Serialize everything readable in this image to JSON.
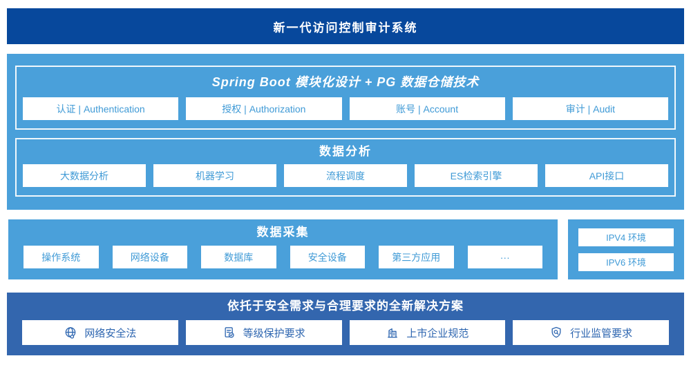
{
  "colors": {
    "banner_dark": "#07489c",
    "light_blue": "#4aa0da",
    "bottom_blue": "#3366ae",
    "box_text_light": "#3f9ad6",
    "box_text_dark": "#2e66b0"
  },
  "banner": {
    "title": "新一代访问控制审计系统"
  },
  "platform": {
    "spring": {
      "title": "Spring Boot 模块化设计 + PG 数据仓储技术",
      "items": [
        {
          "label": "认证 | Authentication"
        },
        {
          "label": "授权 | Authorization"
        },
        {
          "label": "账号 | Account"
        },
        {
          "label": "审计 | Audit"
        }
      ]
    },
    "analysis": {
      "title": "数据分析",
      "items": [
        {
          "label": "大数据分析"
        },
        {
          "label": "机器学习"
        },
        {
          "label": "流程调度"
        },
        {
          "label": "ES检索引擎"
        },
        {
          "label": "API接口"
        }
      ]
    }
  },
  "collection": {
    "title": "数据采集",
    "items": [
      {
        "label": "操作系统"
      },
      {
        "label": "网络设备"
      },
      {
        "label": "数据库"
      },
      {
        "label": "安全设备"
      },
      {
        "label": "第三方应用"
      },
      {
        "label": "···"
      }
    ]
  },
  "environments": {
    "items": [
      {
        "label": "IPV4 环境"
      },
      {
        "label": "IPV6 环境"
      }
    ]
  },
  "solution": {
    "title": "依托于安全需求与合理要求的全新解决方案",
    "items": [
      {
        "label": "网络安全法",
        "icon": "globe-icon"
      },
      {
        "label": "等级保护要求",
        "icon": "document-check-icon"
      },
      {
        "label": "上市企业规范",
        "icon": "building-icon"
      },
      {
        "label": "行业监管要求",
        "icon": "shield-search-icon"
      }
    ]
  }
}
